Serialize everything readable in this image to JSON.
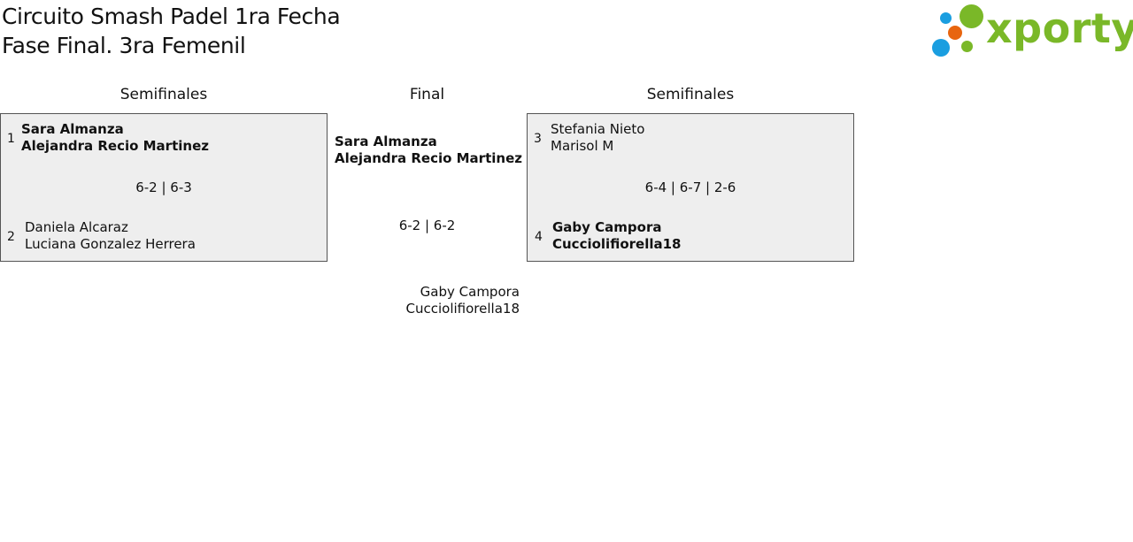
{
  "header": {
    "title_line1": "Circuito Smash Padel 1ra Fecha",
    "title_line2": "Fase Final. 3ra Femenil"
  },
  "logo": {
    "text": "xporty",
    "colors": {
      "green": "#7ab828",
      "blue": "#1a9ee0",
      "orange": "#e8650f"
    }
  },
  "columns": {
    "left": "Semifinales",
    "middle": "Final",
    "right": "Semifinales"
  },
  "semifinal_left": {
    "team1": {
      "seed": "1",
      "player1": "Sara Almanza",
      "player2": "Alejandra Recio Martinez"
    },
    "score": "6-2 | 6-3",
    "team2": {
      "seed": "2",
      "player1": "Daniela Alcaraz",
      "player2": "Luciana Gonzalez Herrera"
    }
  },
  "semifinal_right": {
    "team1": {
      "seed": "3",
      "player1": "Stefania Nieto",
      "player2": "Marisol M"
    },
    "score": "6-4 | 6-7 | 2-6",
    "team2": {
      "seed": "4",
      "player1": "Gaby Campora",
      "player2": "Cucciolifiorella18"
    }
  },
  "final": {
    "winner": {
      "player1": "Sara Almanza",
      "player2": "Alejandra Recio Martinez"
    },
    "score": "6-2 | 6-2",
    "runner_up": {
      "player1": "Gaby Campora",
      "player2": "Cucciolifiorella18"
    }
  }
}
